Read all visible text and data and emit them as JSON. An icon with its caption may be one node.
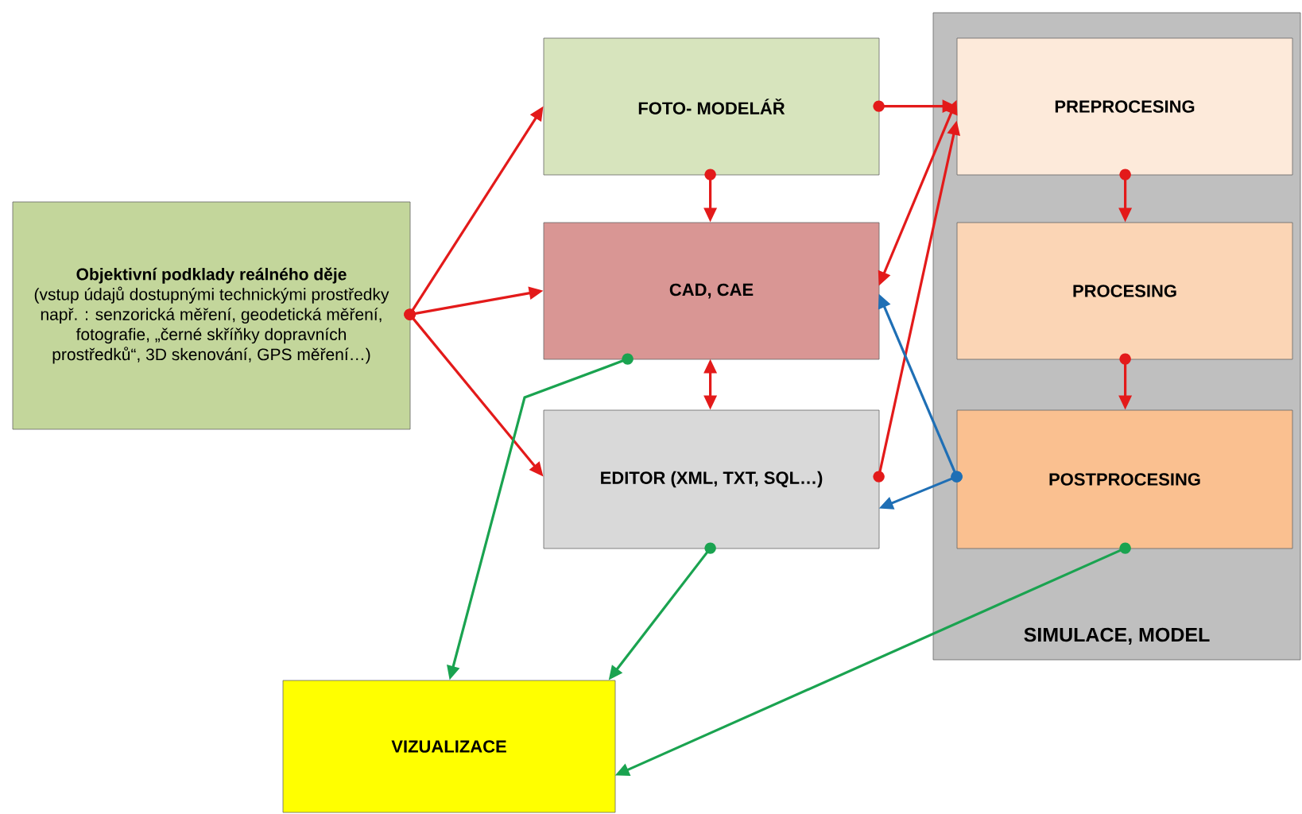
{
  "diagram": {
    "nodes": [
      {
        "text": [
          "Objektivní podklady reálného děje",
          "(vstup údajů dostupnými technickými prostředky např. : senzorická měření, geodetická měření, fotografie, „černé skříňky dopravních prostředků“, 3D skenování, GPS měření…)"
        ]
      },
      {
        "text": [
          "FOTO- MODELÁŘ"
        ]
      },
      {
        "text": [
          "CAD, CAE"
        ]
      },
      {
        "text": [
          "EDITOR (XML, TXT, SQL…)"
        ]
      },
      {
        "text": [
          "SIMULACE, MODEL"
        ]
      },
      {
        "text": [
          "PREPROCESING"
        ],
        "in": 4
      },
      {
        "text": [
          "PROCESING"
        ],
        "in": 4
      },
      {
        "text": [
          "POSTPROCESING"
        ],
        "in": 4
      },
      {
        "text": [
          "VIZUALIZACE"
        ]
      }
    ],
    "edges": [
      {
        "from": 0,
        "to": 1,
        "arrow": "to"
      },
      {
        "from": 0,
        "to": 2,
        "arrow": "to"
      },
      {
        "from": 0,
        "to": 3,
        "arrow": "to"
      },
      {
        "from": 1,
        "to": 5,
        "arrow": "to"
      },
      {
        "from": 1,
        "to": 2,
        "arrow": "to"
      },
      {
        "from": 2,
        "to": 3,
        "arrow": "both"
      },
      {
        "from": 2,
        "to": 5,
        "arrow": "both"
      },
      {
        "from": 3,
        "to": 5,
        "arrow": "to"
      },
      {
        "from": 7,
        "to": 2,
        "arrow": "to",
        "color": "#1f6fb5"
      },
      {
        "from": 7,
        "to": 3,
        "arrow": "to",
        "color": "#1f6fb5"
      },
      {
        "from": 5,
        "to": 6,
        "arrow": "to"
      },
      {
        "from": 6,
        "to": 7,
        "arrow": "to"
      },
      {
        "from": 2,
        "to": 8,
        "arrow": "to",
        "color": "#1aa350"
      },
      {
        "from": 3,
        "to": 8,
        "arrow": "to",
        "color": "#1aa350"
      },
      {
        "from": 7,
        "to": 8,
        "arrow": "to",
        "color": "#1aa350"
      }
    ]
  }
}
